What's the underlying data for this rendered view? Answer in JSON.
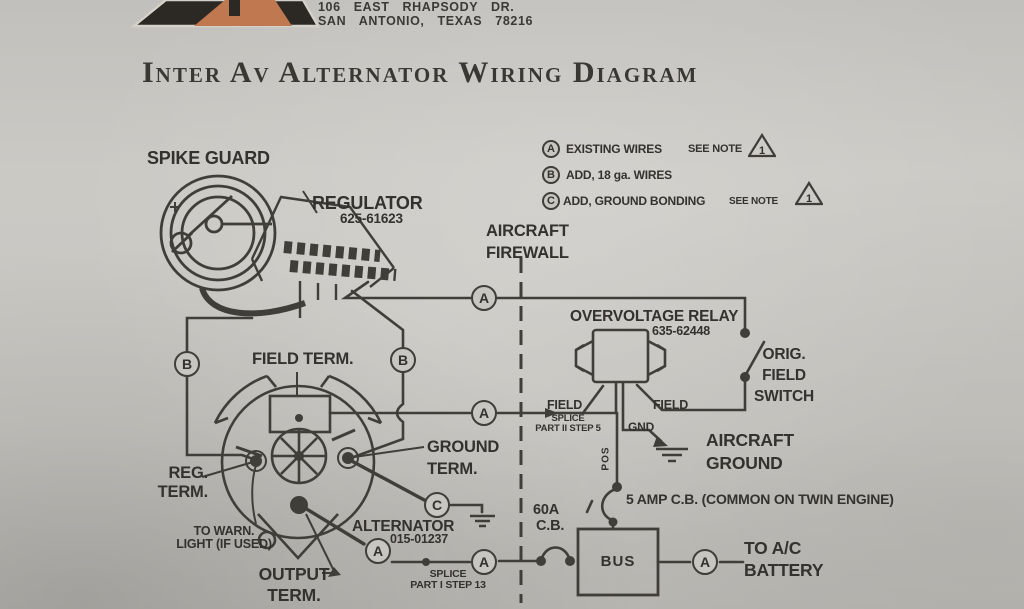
{
  "page": {
    "paper_color": "#c8c6c1",
    "ink_color": "#403e39"
  },
  "header": {
    "logo": {
      "name": "interav-mountain-logo",
      "orange": "#bf7850",
      "black": "#2c2824"
    },
    "address_line1": "106 EAST RHAPSODY DR.",
    "address_line2": "SAN ANTONIO, TEXAS 78216",
    "title": "Inter Av Alternator Wiring Diagram"
  },
  "legend": {
    "items": [
      {
        "key": "A",
        "label": "EXISTING WIRES",
        "note": "SEE NOTE",
        "warn": "1"
      },
      {
        "key": "B",
        "label": "ADD, 18 ga. WIRES",
        "note": "",
        "warn": ""
      },
      {
        "key": "C",
        "label": "ADD, GROUND BONDING",
        "note": "SEE NOTE",
        "warn": "1"
      }
    ]
  },
  "markers": {
    "a": "A",
    "b": "B",
    "c": "C"
  },
  "labels": {
    "spike_guard": "SPIKE GUARD",
    "regulator": "REGULATOR",
    "regulator_pn": "625-61623",
    "firewall_line1": "AIRCRAFT",
    "firewall_line2": "FIREWALL",
    "ov_relay": "OVERVOLTAGE RELAY",
    "ov_relay_pn": "635-62448",
    "orig_switch_line1": "ORIG.",
    "orig_switch_line2": "FIELD",
    "orig_switch_line3": "SWITCH",
    "field_term": "FIELD TERM.",
    "ground_term_line1": "GROUND",
    "ground_term_line2": "TERM.",
    "reg_term_line1": "REG.",
    "reg_term_line2": "TERM.",
    "warn_light_line1": "TO WARN.",
    "warn_light_line2": "LIGHT (IF USED)",
    "output_term_line1": "OUTPUT",
    "output_term_line2": "TERM.",
    "alternator": "ALTERNATOR",
    "alternator_pn": "015-01237",
    "splice1_line1": "SPLICE",
    "splice1_line2": "PART I STEP 13",
    "field_left": "FIELD",
    "field_right": "FIELD",
    "splice2_line1": "SPLICE",
    "splice2_line2": "PART II STEP 5",
    "gnd": "GND",
    "pos": "POS",
    "aircraft_ground_line1": "AIRCRAFT",
    "aircraft_ground_line2": "GROUND",
    "five_amp_cb": "5 AMP C.B. (COMMON ON TWIN ENGINE)",
    "sixty_amp_line1": "60A",
    "sixty_amp_line2": "C.B.",
    "bus": "BUS",
    "battery_line1": "TO A/C",
    "battery_line2": "BATTERY"
  }
}
